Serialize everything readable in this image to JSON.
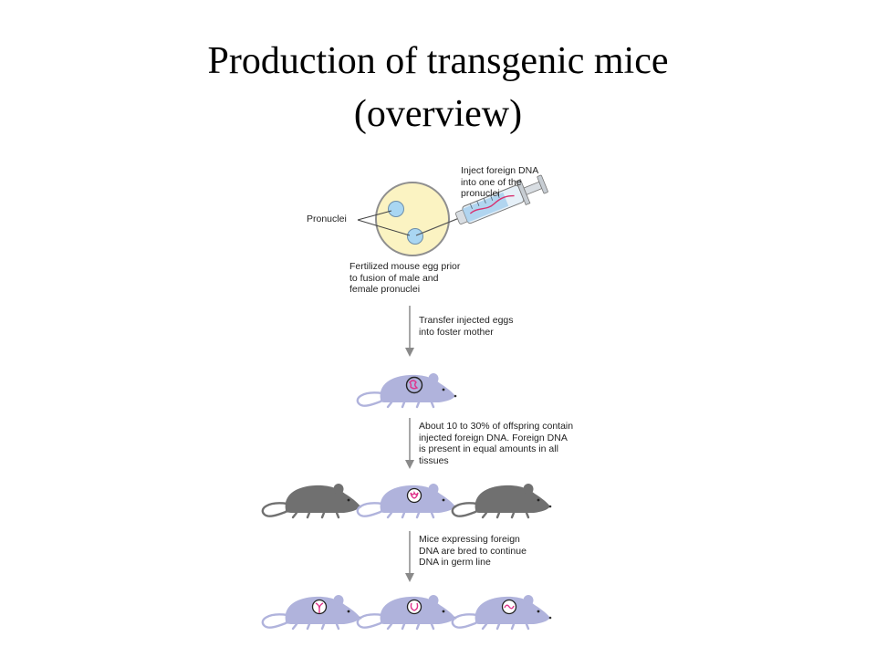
{
  "slide": {
    "title_line1": "Production of transgenic mice",
    "title_line2": "(overview)"
  },
  "diagram": {
    "pronuclei_label": "Pronuclei",
    "inject_label": "Inject foreign DNA\ninto one of the\npronuclei",
    "egg_label": "Fertilized mouse egg prior\nto fusion of male and\nfemale pronuclei",
    "step1_label": "Transfer injected eggs\ninto foster mother",
    "step2_label": "About 10 to 30% of offspring contain\ninjected foreign DNA.  Foreign DNA\nis present in equal amounts in all\ntissues",
    "step3_label": "Mice expressing foreign\nDNA are bred to continue\nDNA in germ line"
  },
  "colors": {
    "egg_fill": "#fbf3c2",
    "egg_stroke": "#8f8f8f",
    "pronucleus_fill": "#a9d6f2",
    "mouse_lilac": "#b0b3dc",
    "mouse_grey": "#707070",
    "dna_pink": "#e0348c",
    "arrow": "#8a8a8a"
  }
}
